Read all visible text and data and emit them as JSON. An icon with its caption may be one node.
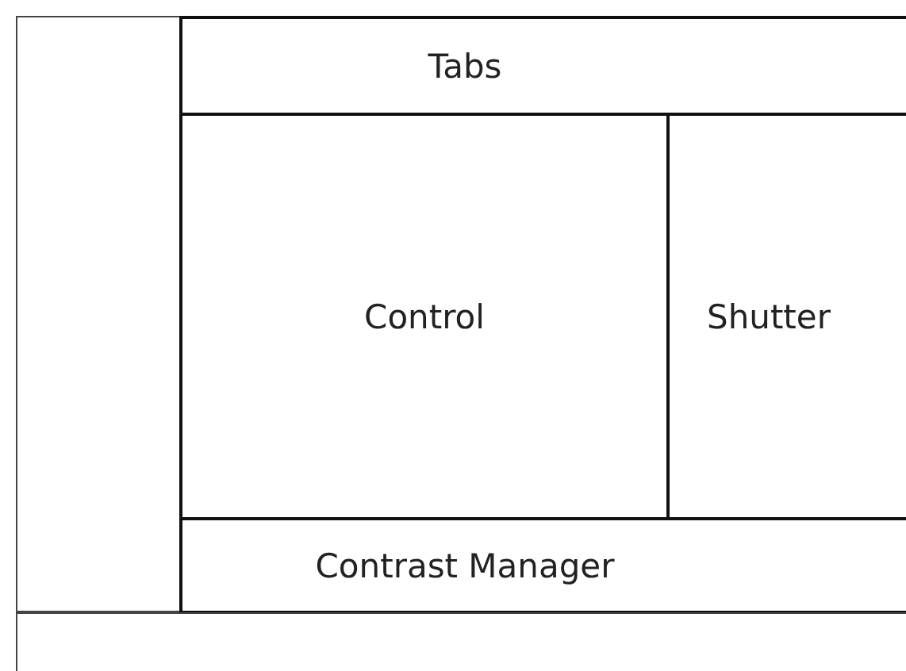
{
  "diagram": {
    "nodes": [
      {
        "text": [],
        "shape": "box"
      },
      {
        "text": [
          "Tabs"
        ]
      },
      {
        "text": [
          "Control"
        ]
      },
      {
        "text": [
          "Shutter"
        ]
      },
      {
        "text": [
          "Contrast Manager"
        ]
      },
      {
        "text": [],
        "shape": "box"
      }
    ]
  }
}
